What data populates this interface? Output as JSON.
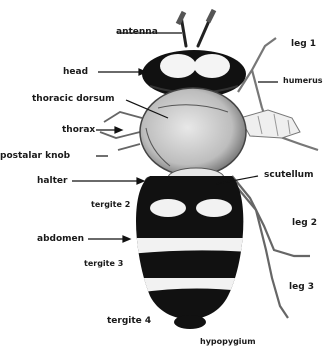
{
  "labels": {
    "antenna": "antenna",
    "head": "head",
    "thoracic_dorsum": "thoracic dorsum",
    "thorax": "thorax",
    "postalar_knob": "postalar knob",
    "halter": "halter",
    "tergite_2": "tergite 2",
    "abdomen": "abdomen",
    "tergite_3": "tergite 3",
    "tergite_4": "tergite 4",
    "hypopygium": "hypopygium",
    "leg_1": "leg 1",
    "humerus": "humerus",
    "scutellum": "scutellum",
    "leg_2": "leg 2",
    "leg_3": "leg 3"
  },
  "colors": {
    "body_dark": "#111111",
    "band_light": "#f2f2f2",
    "thorax_fill": "#d6d6d6",
    "label": "#1a1a1a"
  }
}
